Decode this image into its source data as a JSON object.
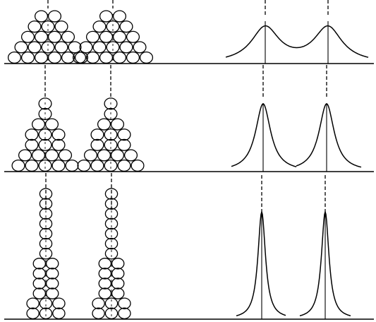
{
  "diagram": {
    "description_visible_text": "",
    "panels": [
      {
        "id": "top",
        "peaks": 2,
        "shape": "broad-overlapping"
      },
      {
        "id": "middle",
        "peaks": 2,
        "shape": "narrower"
      },
      {
        "id": "bottom",
        "peaks": 2,
        "shape": "sharp-separated"
      }
    ],
    "colors": {
      "ink": "#000000",
      "paper": "#ffffff"
    }
  }
}
